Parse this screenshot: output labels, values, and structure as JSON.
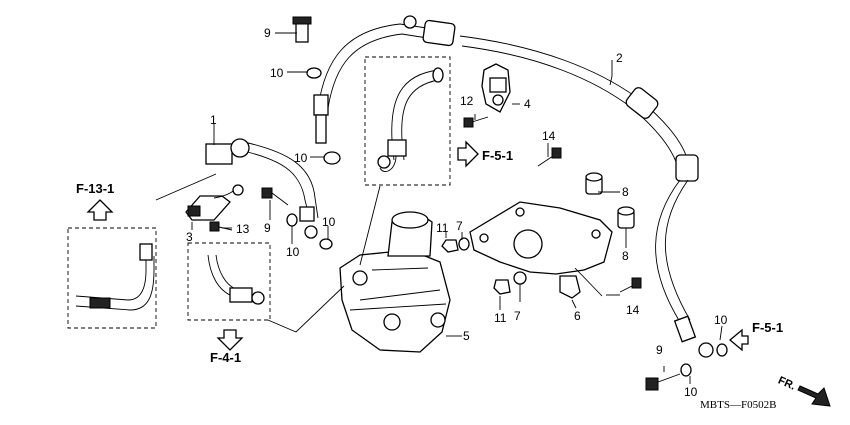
{
  "callouts": [
    {
      "id": "c1",
      "text": "1"
    },
    {
      "id": "c2",
      "text": "2"
    },
    {
      "id": "c3",
      "text": "3"
    },
    {
      "id": "c4",
      "text": "4"
    },
    {
      "id": "c5",
      "text": "5"
    },
    {
      "id": "c6",
      "text": "6"
    },
    {
      "id": "c7a",
      "text": "7"
    },
    {
      "id": "c7b",
      "text": "7"
    },
    {
      "id": "c8a",
      "text": "8"
    },
    {
      "id": "c8b",
      "text": "8"
    },
    {
      "id": "c9a",
      "text": "9"
    },
    {
      "id": "c9b",
      "text": "9"
    },
    {
      "id": "c9c",
      "text": "9"
    },
    {
      "id": "c10a",
      "text": "10"
    },
    {
      "id": "c10b",
      "text": "10"
    },
    {
      "id": "c10c",
      "text": "10"
    },
    {
      "id": "c10d",
      "text": "10"
    },
    {
      "id": "c10e",
      "text": "10"
    },
    {
      "id": "c10f",
      "text": "10"
    },
    {
      "id": "c11a",
      "text": "11"
    },
    {
      "id": "c11b",
      "text": "11"
    },
    {
      "id": "c12",
      "text": "12"
    },
    {
      "id": "c13",
      "text": "13"
    },
    {
      "id": "c14a",
      "text": "14"
    },
    {
      "id": "c14b",
      "text": "14"
    }
  ],
  "references": [
    {
      "id": "f131",
      "text": "F-13-1"
    },
    {
      "id": "f51a",
      "text": "F-5-1"
    },
    {
      "id": "f51b",
      "text": "F-5-1"
    },
    {
      "id": "f41",
      "text": "F-4-1"
    }
  ],
  "diagram_code": "MBTS—F0502B",
  "direction_label": "FR."
}
